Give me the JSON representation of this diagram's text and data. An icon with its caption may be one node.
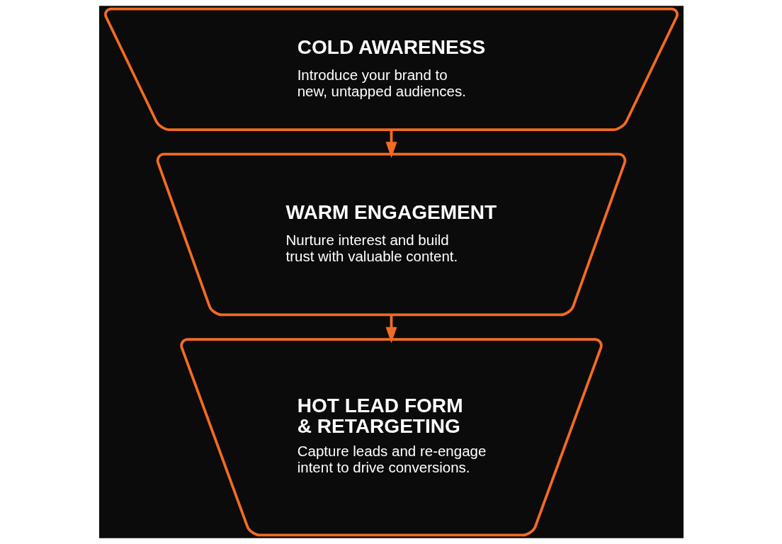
{
  "diagram": {
    "nodes": [
      {
        "text": [
          "COLD AWARENESS",
          "Introduce your brand to new, untapped audiences."
        ]
      },
      {
        "text": [
          "WARM ENGAGEMENT",
          "Nurture interest and build trust with valuable content."
        ]
      },
      {
        "text": [
          "HOT LEAD FORM & RETARGETING",
          "Capture leads and re-engage intent to drive conversions."
        ]
      }
    ],
    "edges": [
      {
        "from": 0,
        "to": 1,
        "arrow": "to"
      },
      {
        "from": 1,
        "to": 2,
        "arrow": "to"
      }
    ]
  }
}
